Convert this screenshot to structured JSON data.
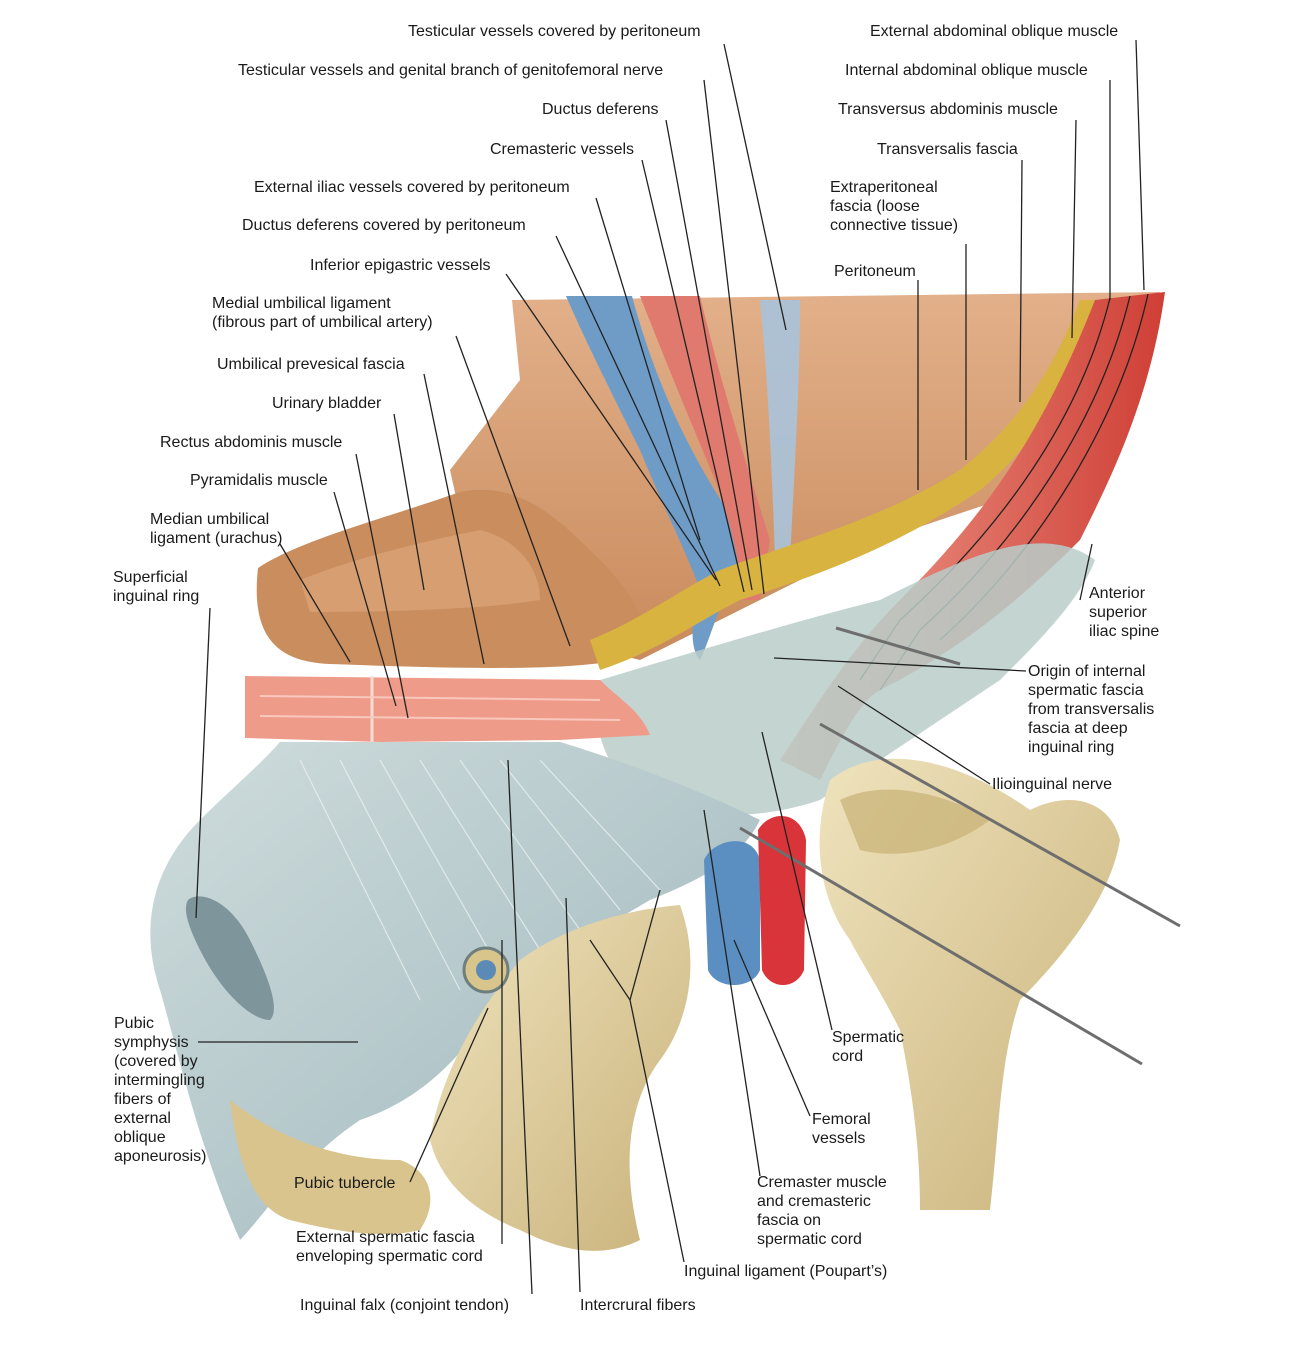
{
  "labels": [
    {
      "id": "testicular-vessels-peritoneum",
      "text": "Testicular vessels covered by peritoneum"
    },
    {
      "id": "testicular-vessels-genital-branch",
      "text": "Testicular vessels and genital branch of genitofemoral nerve"
    },
    {
      "id": "ductus-deferens",
      "text": "Ductus deferens"
    },
    {
      "id": "cremasteric-vessels",
      "text": "Cremasteric vessels"
    },
    {
      "id": "external-iliac-vessels",
      "text": "External iliac vessels covered by peritoneum"
    },
    {
      "id": "ductus-deferens-peritoneum",
      "text": "Ductus deferens covered by peritoneum"
    },
    {
      "id": "inferior-epigastric-vessels",
      "text": "Inferior epigastric vessels"
    },
    {
      "id": "medial-umbilical-ligament",
      "text": "Medial umbilical ligament\n(fibrous part of umbilical artery)"
    },
    {
      "id": "umbilical-prevesical-fascia",
      "text": "Umbilical prevesical fascia"
    },
    {
      "id": "urinary-bladder",
      "text": "Urinary bladder"
    },
    {
      "id": "rectus-abdominis",
      "text": "Rectus abdominis muscle"
    },
    {
      "id": "pyramidalis",
      "text": "Pyramidalis muscle"
    },
    {
      "id": "median-umbilical-ligament",
      "text": "Median umbilical\nligament (urachus)"
    },
    {
      "id": "superficial-inguinal-ring",
      "text": "Superficial\ninguinal ring"
    },
    {
      "id": "external-abdominal-oblique",
      "text": "External abdominal oblique muscle"
    },
    {
      "id": "internal-abdominal-oblique",
      "text": "Internal abdominal oblique muscle"
    },
    {
      "id": "transversus-abdominis",
      "text": "Transversus abdominis muscle"
    },
    {
      "id": "transversalis-fascia",
      "text": "Transversalis fascia"
    },
    {
      "id": "extraperitoneal-fascia",
      "text": "Extraperitoneal\nfascia (loose\nconnective tissue)"
    },
    {
      "id": "peritoneum",
      "text": "Peritoneum"
    },
    {
      "id": "anterior-superior-iliac-spine",
      "text": "Anterior\nsuperior\niliac spine"
    },
    {
      "id": "origin-internal-spermatic-fascia",
      "text": "Origin of internal\nspermatic fascia\nfrom transversalis\nfascia at deep\ninguinal ring"
    },
    {
      "id": "ilioinguinal-nerve",
      "text": "Ilioinguinal nerve"
    },
    {
      "id": "spermatic-cord",
      "text": "Spermatic\ncord"
    },
    {
      "id": "femoral-vessels",
      "text": "Femoral\nvessels"
    },
    {
      "id": "cremaster-muscle",
      "text": "Cremaster muscle\nand cremasteric\nfascia on\nspermatic cord"
    },
    {
      "id": "inguinal-ligament",
      "text": "Inguinal ligament (Poupart’s)"
    },
    {
      "id": "intercrural-fibers",
      "text": "Intercrural fibers"
    },
    {
      "id": "inguinal-falx",
      "text": "Inguinal falx (conjoint tendon)"
    },
    {
      "id": "external-spermatic-fascia",
      "text": "External spermatic fascia\nenveloping spermatic cord"
    },
    {
      "id": "pubic-tubercle",
      "text": "Pubic tubercle"
    },
    {
      "id": "pubic-symphysis",
      "text": "Pubic\nsymphysis\n(covered by\nintermingling\nfibers of\nexternal\noblique\naponeurosis)"
    }
  ],
  "colors": {
    "muscle": "#d9534a",
    "muscle_light": "#ef8f80",
    "vein": "#4f86bd",
    "artery": "#d8312f",
    "fat": "#d9b43a",
    "fascia": "#b8cdd0",
    "bone": "#e6d7a8",
    "bladder": "#c58a5a",
    "peritoneum_bg": "#d49b72"
  }
}
